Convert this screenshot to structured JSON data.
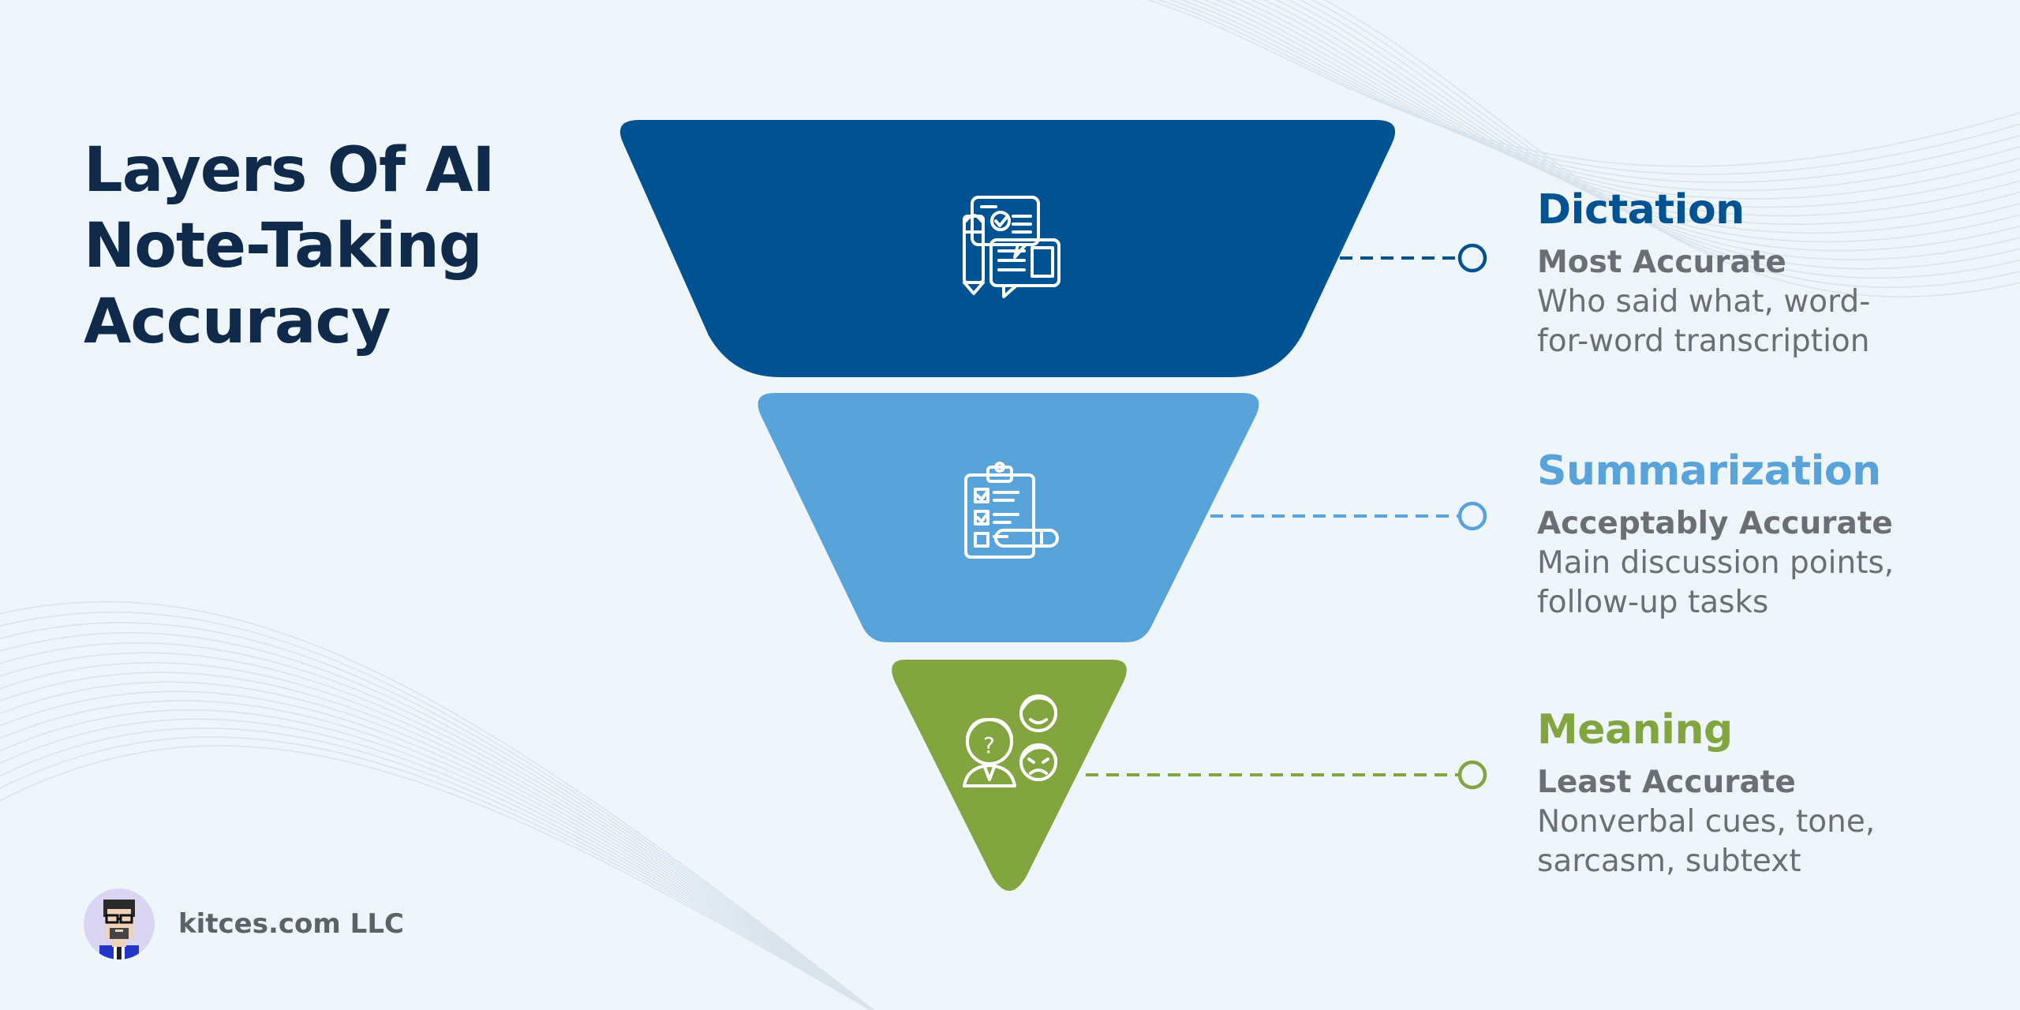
{
  "title": {
    "line1": "Layers Of AI",
    "line2": "Note-Taking",
    "line3": "Accuracy"
  },
  "layers": [
    {
      "name": "Dictation",
      "level": "Most Accurate",
      "desc_line1": "Who said what, word-",
      "desc_line2": "for-word transcription",
      "color": "#005392",
      "icon": "chat-document-pen-icon"
    },
    {
      "name": "Summarization",
      "level": "Acceptably Accurate",
      "desc_line1": "Main discussion points,",
      "desc_line2": "follow-up tasks",
      "color": "#58a3d9",
      "icon": "checklist-clipboard-icon"
    },
    {
      "name": "Meaning",
      "level": "Least Accurate",
      "desc_line1": "Nonverbal cues, tone,",
      "desc_line2": "sarcasm, subtext",
      "color": "#82a53f",
      "icon": "people-emotions-icon"
    }
  ],
  "footer": {
    "brand": "kitces.com LLC",
    "avatar_icon": "pixel-avatar-icon"
  },
  "colors": {
    "background": "#eff6fb",
    "title": "#0f2a4a",
    "text_gray": "#6b6f73"
  }
}
